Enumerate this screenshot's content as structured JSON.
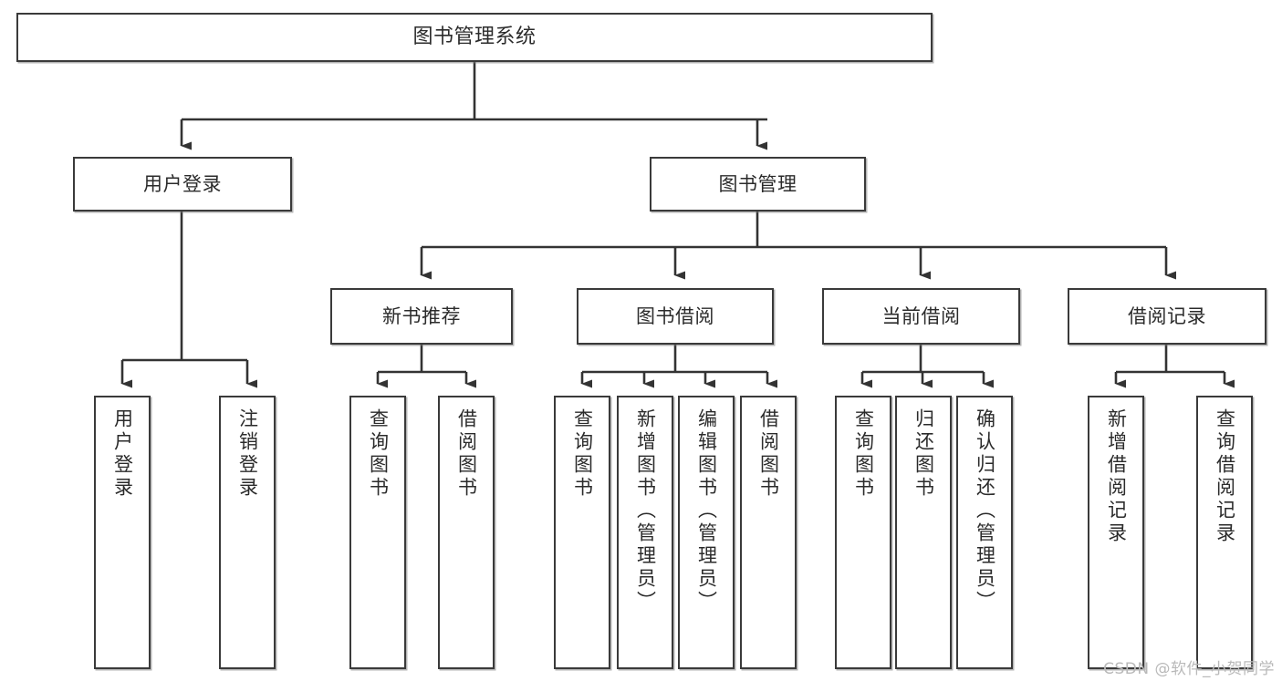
{
  "diagram": {
    "title": "图书管理系统",
    "type": "hierarchy-tree",
    "watermark": "CSDN @软件_小贺同学",
    "palette": {
      "background": "#ffffff",
      "box_border": "#3a3a3a",
      "box_fill": "#ffffff",
      "text": "#2b2b2b",
      "connector": "#333333",
      "watermark": "#b9b9b9"
    },
    "root": {
      "label": "图书管理系统"
    },
    "level1": [
      {
        "label": "用户登录"
      },
      {
        "label": "图书管理"
      }
    ],
    "level2": [
      {
        "label": "新书推荐"
      },
      {
        "label": "图书借阅"
      },
      {
        "label": "当前借阅"
      },
      {
        "label": "借阅记录"
      }
    ],
    "leaves": {
      "user_login": [
        {
          "label": "用户登录"
        },
        {
          "label": "注销登录"
        }
      ],
      "new_book_recommend": [
        {
          "label": "查询图书"
        },
        {
          "label": "借阅图书"
        }
      ],
      "book_borrow": [
        {
          "label": "查询图书"
        },
        {
          "label": "新增图书（管理员）"
        },
        {
          "label": "编辑图书（管理员）"
        },
        {
          "label": "借阅图书"
        }
      ],
      "current_borrow": [
        {
          "label": "查询图书"
        },
        {
          "label": "归还图书"
        },
        {
          "label": "确认归还（管理员）"
        }
      ],
      "borrow_record": [
        {
          "label": "新增借阅记录"
        },
        {
          "label": "查询借阅记录"
        }
      ]
    }
  }
}
